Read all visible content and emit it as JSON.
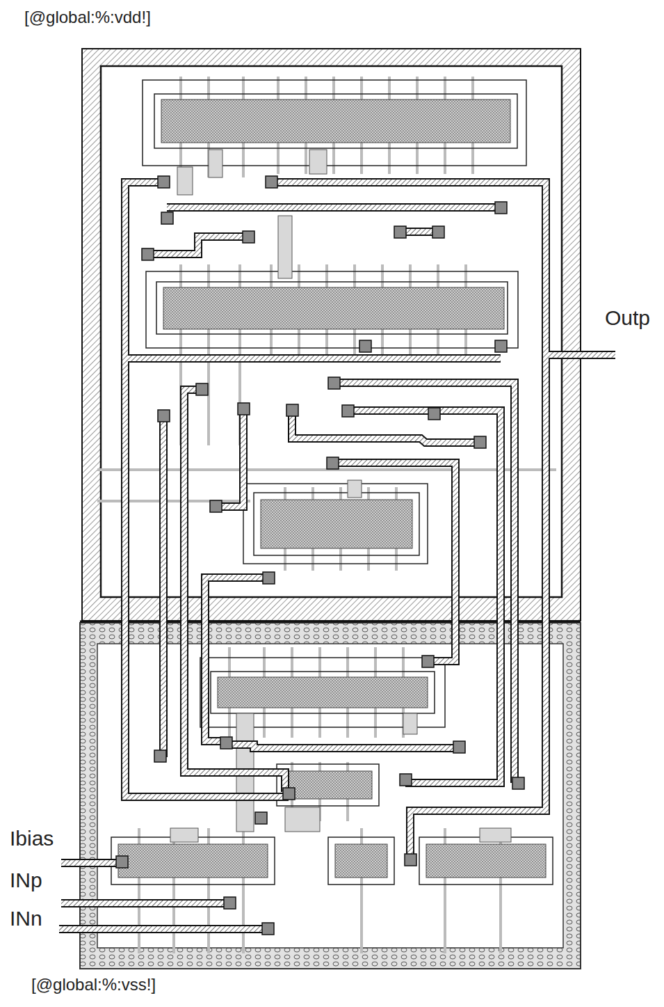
{
  "diagram": {
    "labels": [
      "[@global:%:vdd!]",
      "Outp",
      "Ibias",
      "INp",
      "INn",
      "[@global:%:vss!]"
    ]
  }
}
